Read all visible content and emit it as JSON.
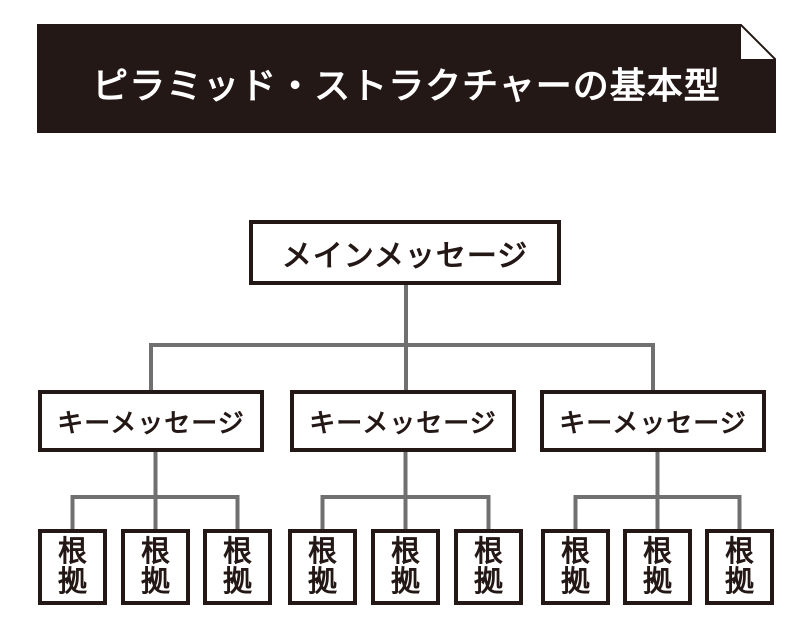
{
  "banner": {
    "title": "ピラミッド・ストラクチャーの基本型",
    "bg_color": "#231815",
    "text_color": "#ffffff"
  },
  "tree": {
    "main": {
      "label": "メインメッセージ"
    },
    "groups": [
      {
        "label": "キーメッセージ",
        "children": [
          "根拠",
          "根拠",
          "根拠"
        ]
      },
      {
        "label": "キーメッセージ",
        "children": [
          "根拠",
          "根拠",
          "根拠"
        ]
      },
      {
        "label": "キーメッセージ",
        "children": [
          "根拠",
          "根拠",
          "根拠"
        ]
      }
    ]
  },
  "colors": {
    "ink": "#231815",
    "connector": "#717071",
    "background": "#ffffff"
  }
}
